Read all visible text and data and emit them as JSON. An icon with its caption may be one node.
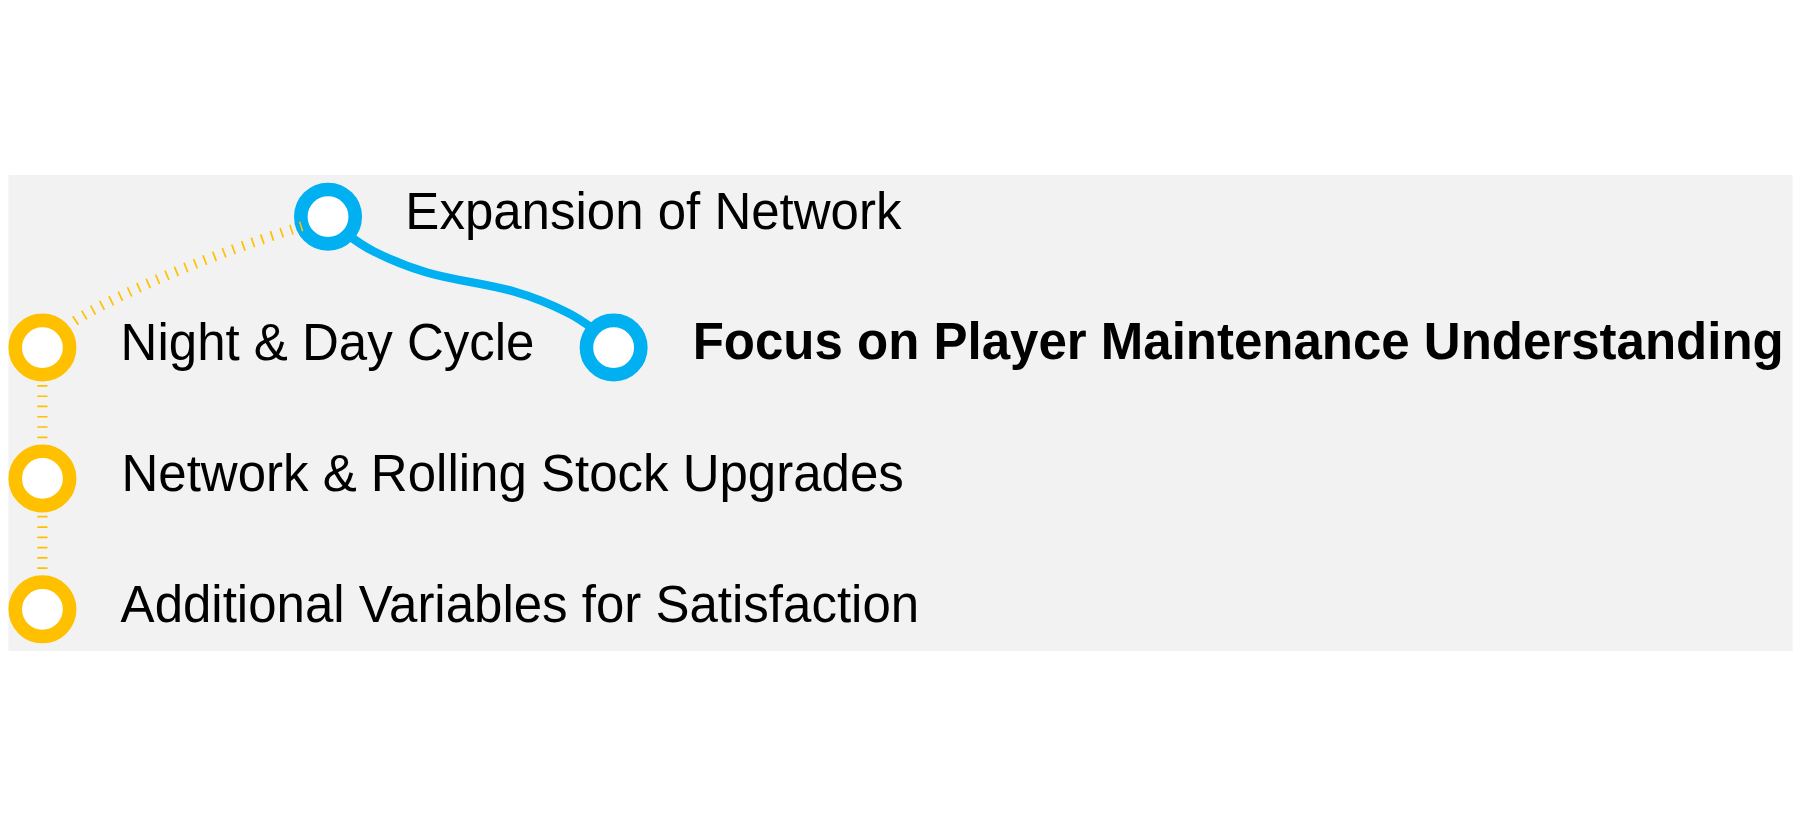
{
  "diagram": {
    "nodes": [
      {
        "text": [],
        "shape": "circle",
        "beside": [
          "Expansion of Network"
        ]
      },
      {
        "text": [],
        "shape": "circle",
        "beside": [
          "Night & Day Cycle"
        ]
      },
      {
        "text": [],
        "shape": "circle",
        "beside": [
          "Network & Rolling Stock Upgrades"
        ]
      },
      {
        "text": [],
        "shape": "circle",
        "beside": [
          "Additional Variables for Satisfaction"
        ]
      },
      {
        "text": [],
        "shape": "circle",
        "beside": [
          "Focus on Player Maintenance Understanding"
        ]
      }
    ],
    "edges": [
      {
        "from": 0,
        "to": 4,
        "arrow": "none",
        "color": "#00b0f0"
      },
      {
        "from": 0,
        "to": 1,
        "arrow": "none",
        "style": "dashed"
      },
      {
        "from": 1,
        "to": 2,
        "arrow": "none",
        "style": "dashed"
      },
      {
        "from": 2,
        "to": 3,
        "arrow": "none",
        "style": "dashed"
      }
    ]
  }
}
